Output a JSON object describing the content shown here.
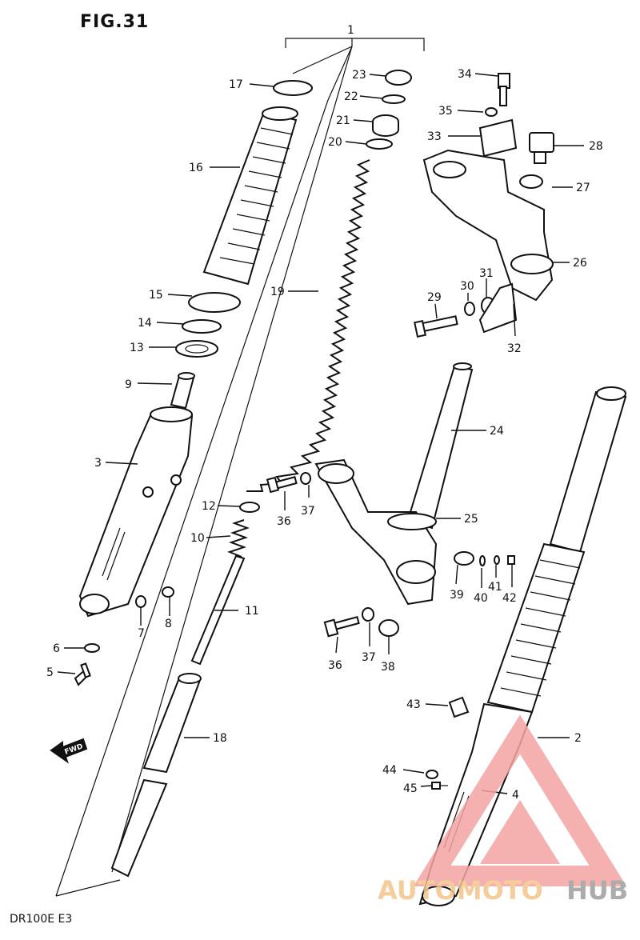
{
  "figure": {
    "title": "FIG.31",
    "model": "DR100E E3",
    "fwd_label": "FWD"
  },
  "callouts": [
    {
      "id": "1",
      "label": "1"
    },
    {
      "id": "2",
      "label": "2"
    },
    {
      "id": "3",
      "label": "3"
    },
    {
      "id": "4",
      "label": "4"
    },
    {
      "id": "5",
      "label": "5"
    },
    {
      "id": "6",
      "label": "6"
    },
    {
      "id": "7",
      "label": "7"
    },
    {
      "id": "8",
      "label": "8"
    },
    {
      "id": "9",
      "label": "9"
    },
    {
      "id": "10",
      "label": "10"
    },
    {
      "id": "11",
      "label": "11"
    },
    {
      "id": "12",
      "label": "12"
    },
    {
      "id": "13",
      "label": "13"
    },
    {
      "id": "14",
      "label": "14"
    },
    {
      "id": "15",
      "label": "15"
    },
    {
      "id": "16",
      "label": "16"
    },
    {
      "id": "17",
      "label": "17"
    },
    {
      "id": "18",
      "label": "18"
    },
    {
      "id": "19",
      "label": "19"
    },
    {
      "id": "20",
      "label": "20"
    },
    {
      "id": "21",
      "label": "21"
    },
    {
      "id": "22",
      "label": "22"
    },
    {
      "id": "23",
      "label": "23"
    },
    {
      "id": "24",
      "label": "24"
    },
    {
      "id": "25",
      "label": "25"
    },
    {
      "id": "26",
      "label": "26"
    },
    {
      "id": "27",
      "label": "27"
    },
    {
      "id": "28",
      "label": "28"
    },
    {
      "id": "29",
      "label": "29"
    },
    {
      "id": "30",
      "label": "30"
    },
    {
      "id": "31",
      "label": "31"
    },
    {
      "id": "32",
      "label": "32"
    },
    {
      "id": "33",
      "label": "33"
    },
    {
      "id": "34",
      "label": "34"
    },
    {
      "id": "35",
      "label": "35"
    },
    {
      "id": "36a",
      "label": "36"
    },
    {
      "id": "36b",
      "label": "36"
    },
    {
      "id": "37a",
      "label": "37"
    },
    {
      "id": "37b",
      "label": "37"
    },
    {
      "id": "38",
      "label": "38"
    },
    {
      "id": "39",
      "label": "39"
    },
    {
      "id": "40",
      "label": "40"
    },
    {
      "id": "41",
      "label": "41"
    },
    {
      "id": "42",
      "label": "42"
    },
    {
      "id": "43",
      "label": "43"
    },
    {
      "id": "44",
      "label": "44"
    },
    {
      "id": "45",
      "label": "45"
    }
  ],
  "watermark": {
    "part1": "AUTOMOTO",
    "part2": "HUB",
    "color_primary": "#f4a3a3",
    "color_secondary": "#9e9e9e"
  }
}
